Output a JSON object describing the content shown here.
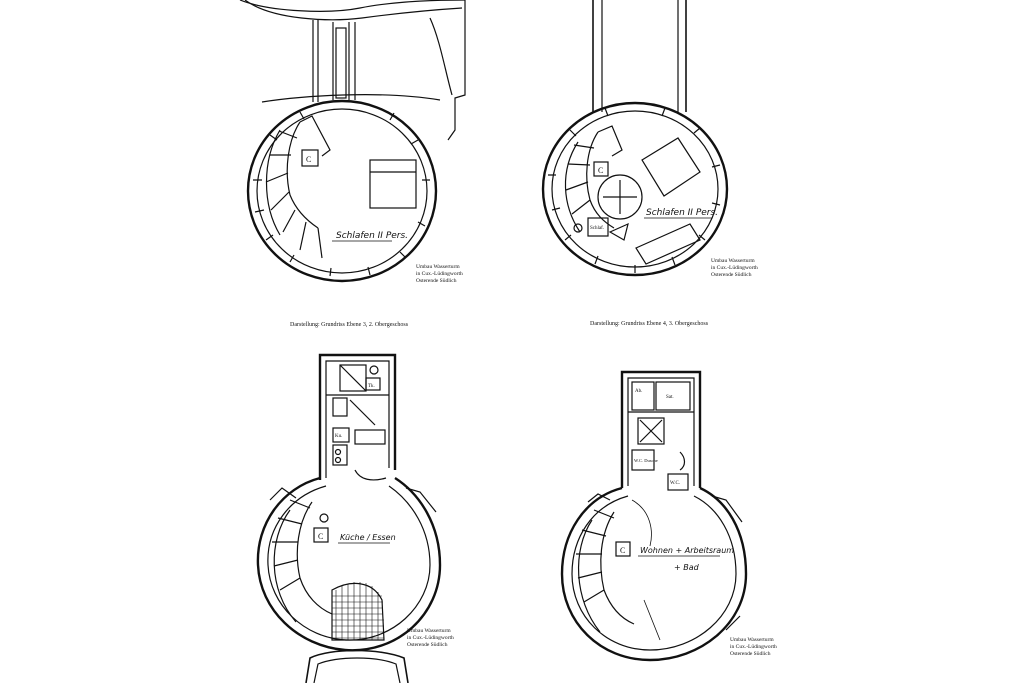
{
  "captions": {
    "left": "Darstellung: Grundriss Ebene 3, 2. Obergeschoss",
    "right": "Darstellung: Grundriss Ebene 4, 3. Obergeschoss"
  },
  "legend": {
    "line1": "Umbau Wasserturm",
    "line2": "in Cux.-Lüdingworth",
    "line3": "Osterende Südlich"
  },
  "rooms": {
    "tl_main": "Schlafen II Pers.",
    "tr_main": "Schlafen II Pers.",
    "tr_small": "Schlaf.",
    "bl_main": "Küche / Essen",
    "br_main": "Wohnen + Arbeitsraum",
    "br_sub": "+ Bad",
    "br_tiny1": "Sat.",
    "br_tiny2": "W.C. Dusche",
    "br_tiny3": "W.C.",
    "bl_tiny1": "Ku."
  }
}
